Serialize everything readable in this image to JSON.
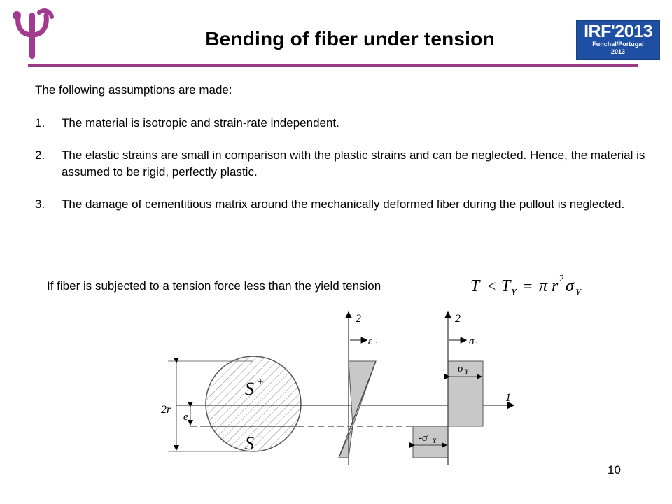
{
  "slide": {
    "title": "Bending of fiber under tension",
    "page_number": "10"
  },
  "logo_right": {
    "line1": "IRF'2013",
    "line2": "Funchal/Portugal",
    "line3": "2013"
  },
  "content": {
    "intro": "The following assumptions are made:",
    "assumptions": [
      {
        "num": "1.",
        "text": "The material is isotropic and strain-rate independent."
      },
      {
        "num": "2.",
        "text": "The elastic strains are small in comparison with the plastic strains and can be neglected. Hence, the material is assumed to be rigid, perfectly plastic."
      },
      {
        "num": "3.",
        "text": "The damage of cementitious matrix around the mechanically deformed fiber during the pullout is neglected."
      }
    ],
    "tension_text": "If fiber is subjected to a tension force less than the yield tension"
  },
  "formula": {
    "T": "T",
    "lt": "<",
    "TY": "T",
    "Y_sub": "Y",
    "eq": "=",
    "pi": "π",
    "r": "r",
    "sq": "2",
    "sigma": "σ",
    "sigma_sub": "Y"
  },
  "diagram": {
    "label_2r": "2r",
    "label_e": "e",
    "label_S_plus": "S",
    "label_S_plus_sup": "+",
    "label_S_minus": "S",
    "label_S_minus_sup": "-",
    "axis2_left": "2",
    "eps": "ε",
    "eps_sub": "1",
    "axis2_right": "2",
    "sig": "σ",
    "sig_sub": "1",
    "axis1": "1",
    "sigY": "σ",
    "sigY_sub": "Y",
    "neg_sigY": "-σ",
    "neg_sigY_sub": "Y"
  },
  "colors": {
    "accent_rule": "#9b3b86",
    "logo_blue": "#1f4fa3",
    "logo_left": "#a23b8f",
    "diagram_fill": "#c8c8c8"
  }
}
